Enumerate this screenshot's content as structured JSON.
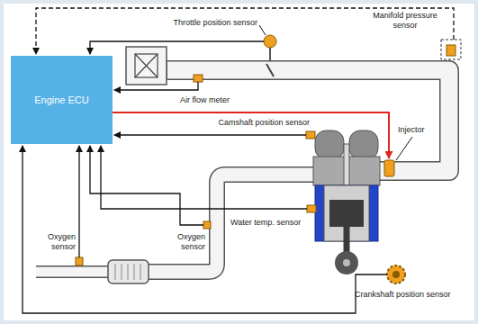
{
  "diagram": {
    "nodes": [
      {
        "text": [
          "Engine ECU"
        ]
      }
    ],
    "labels": [
      "Throttle position sensor",
      "Manifold pressure sensor",
      "Air flow meter",
      "Injector",
      "Camshaft position sensor",
      "Oxygen sensor",
      "Oxygen sensor",
      "Water temp. sensor",
      "Crankshaft position sensor"
    ]
  }
}
